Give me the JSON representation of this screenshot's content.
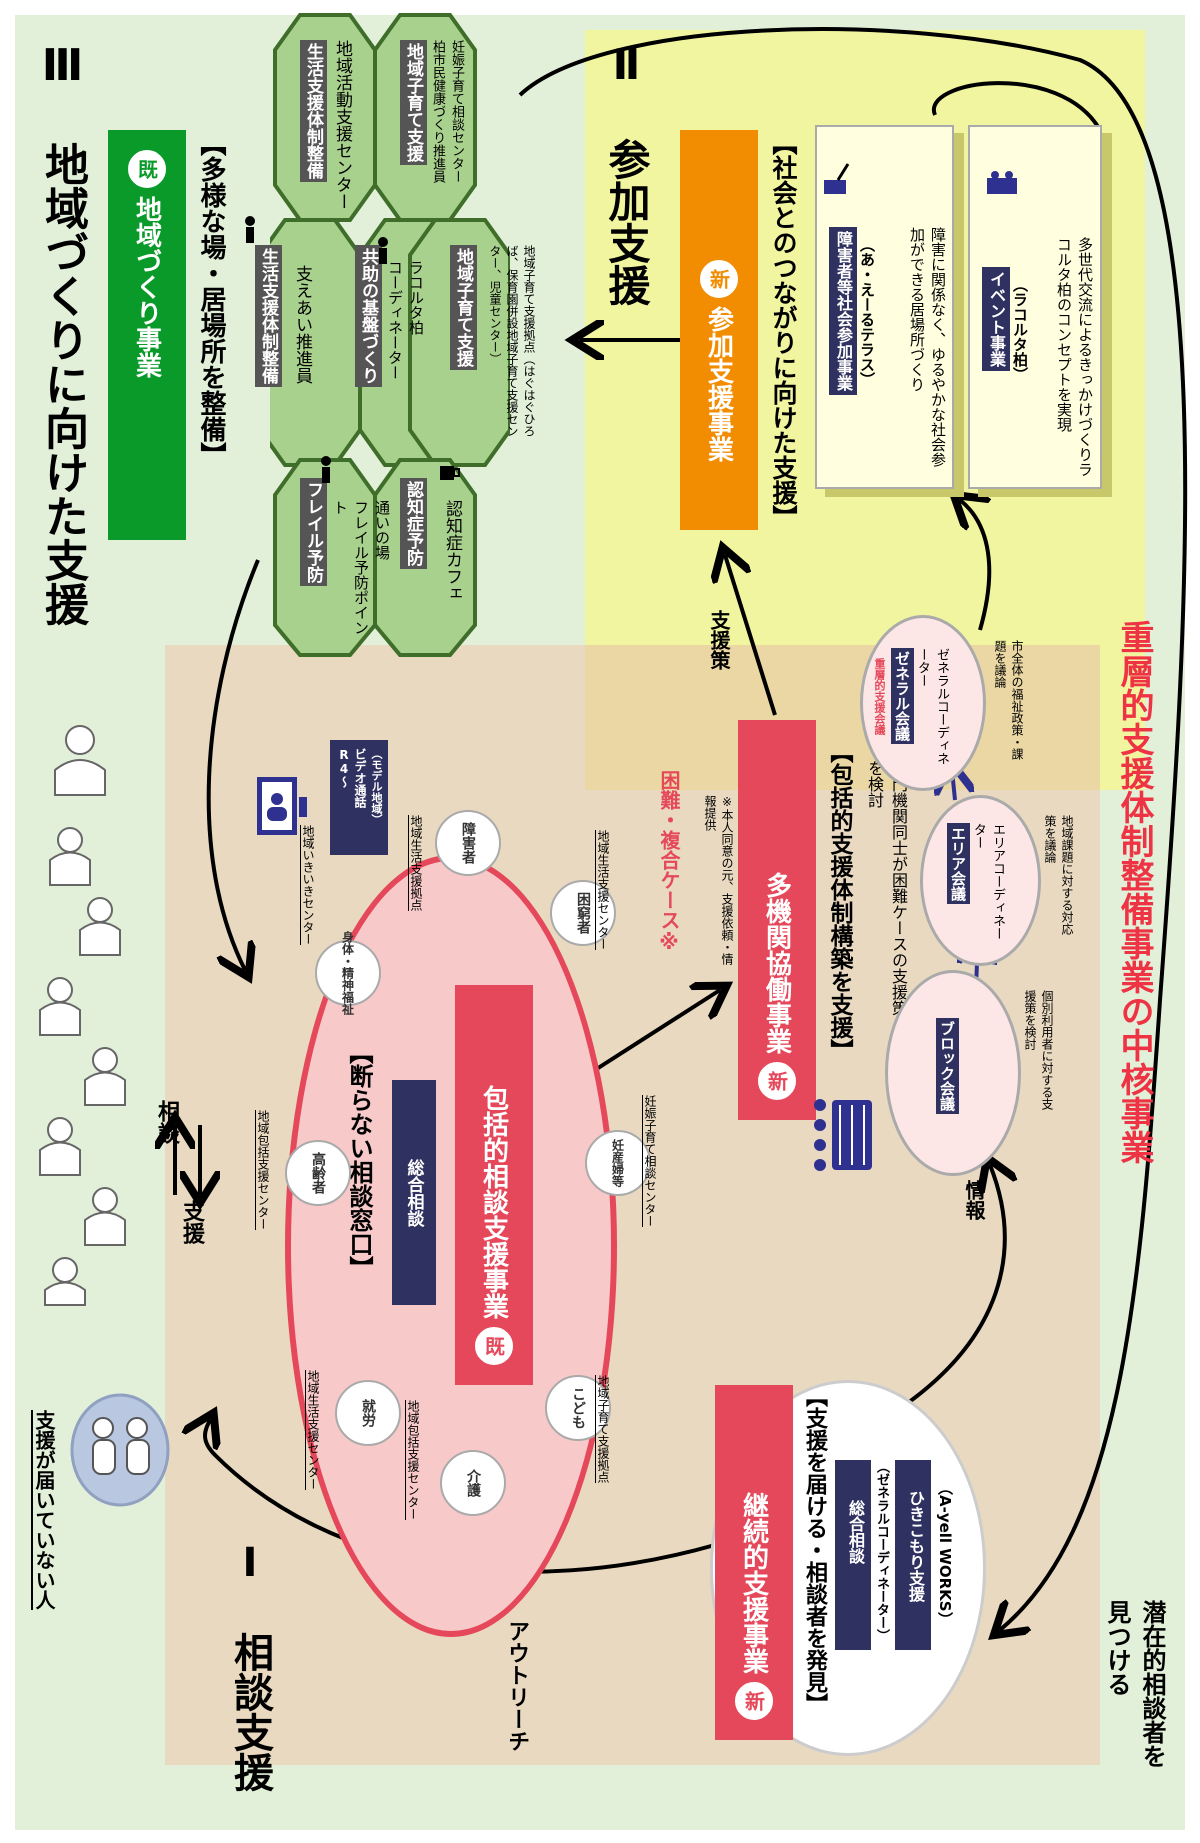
{
  "titles": {
    "section3": "Ⅲ 地域づくりに向けた支援",
    "section2": "Ⅱ 参加支援",
    "section1": "Ⅰ 相談支援",
    "core": "重層的支援体制整備事業の中核事業"
  },
  "community": {
    "badge": "既",
    "name": "地域づくり事業",
    "subtitle": "【多様な場・居場所を整備】"
  },
  "hexes": [
    {
      "tag": "生活支援体制整備",
      "text": "地域活動支援センター"
    },
    {
      "tag": "地域子育て支援",
      "text": "妊娠子育て相談センター\n柏市民健康づくり推進員"
    },
    {
      "tag": "生活支援体制整備",
      "text": "支えあい推進員"
    },
    {
      "tag": "共助の基盤づくり",
      "text": "ラコルタ柏\nコーディネーター"
    },
    {
      "tag": "地域子育て支援",
      "text": "地域子育て支援拠点（はぐはぐひろば、保育園併設地域子育て支援センター、児童センター）"
    },
    {
      "tag": "フレイル予防",
      "text": "通いの場\nフレイル予防ポイント"
    },
    {
      "tag": "認知症予防",
      "text": "認知症カフェ"
    }
  ],
  "participation": {
    "badge": "新",
    "name": "参加支援事業",
    "subtitle": "【社会とのつながりに向けた支援】"
  },
  "cards": [
    {
      "title": "障害者等社会参加事業",
      "sub": "（あ・えーるテラス）",
      "desc": "障害に関係なく、ゆるやかな社会参加ができる居場所づくり"
    },
    {
      "title": "イベント事業",
      "sub": "（ラコルタ柏）",
      "desc": "多世代交流によるきっかけづくりラコルタ柏のコンセプトを実現"
    }
  ],
  "multi_agency": {
    "badge": "新",
    "name": "多機関協働事業",
    "subtitle": "【包括的支援体制構築を支援】",
    "complex_case": "困難・複合ケース※",
    "note": "※本人同意の元、支援依頼・情報提供",
    "desc": "専門機関同士が困難ケースの支援策を検討"
  },
  "meetings": [
    {
      "name": "ゼネラル会議",
      "role": "ゼネラルコーディネーター",
      "desc": "市全体の福祉政策・課題を議論",
      "top": "重層的支援会議"
    },
    {
      "name": "エリア会議",
      "role": "エリアコーディネーター",
      "desc": "地域課題に対する対応策を議論"
    },
    {
      "name": "ブロック会議",
      "role": "",
      "desc": "個別利用者に対する支援策を検討"
    }
  ],
  "comprehensive": {
    "badge": "既",
    "name": "包括的相談支援事業",
    "subtitle": "【断らない相談窓口】",
    "general": "総合相談",
    "centers": [
      "高齢者",
      "身体・精神福祉",
      "障害者",
      "困窮者",
      "妊産婦等",
      "こども",
      "介護",
      "就労"
    ],
    "labels": [
      "地域包括支援センター",
      "地域いきいきセンター",
      "地域生活支援拠点",
      "地域生活支援センター",
      "妊娠子育て相談センター",
      "地域子育て支援拠点",
      "地域包括支援センター",
      "地域生活支援センター"
    ]
  },
  "video": {
    "line1": "R4～",
    "line2": "ビデオ通話",
    "line3": "（モデル地域）"
  },
  "continuous": {
    "badge": "新",
    "name": "継続的支援事業",
    "subtitle": "【支援を届ける・相談者を発見】",
    "items": [
      "総合相談",
      "（ゼネラルコーディネーター）",
      "ひきこもり支援",
      "（A-yell WORKS）"
    ]
  },
  "flow": {
    "support_policy": "支援策",
    "info": "情報",
    "consult": "相談",
    "support": "支援",
    "outreach": "アウトリーチ",
    "unreached": "支援が届いていない人",
    "latent": "潜在的相談者を見つける"
  },
  "colors": {
    "green": "#0a9a2a",
    "orange": "#f28c00",
    "red": "#e5485a",
    "navy": "#2f3160",
    "core_red": "#ee3344"
  }
}
